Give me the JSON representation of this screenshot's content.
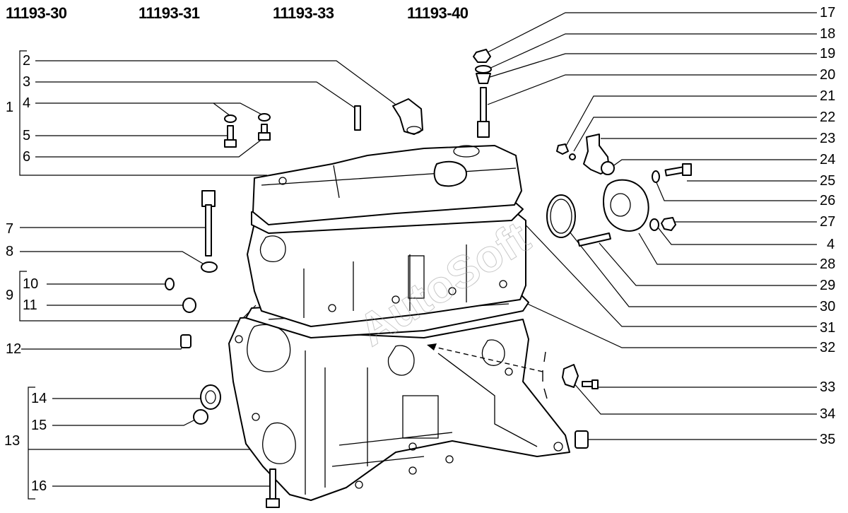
{
  "header_codes": [
    "11193-30",
    "11193-31",
    "11193-33",
    "11193-40"
  ],
  "left_callouts": [
    "1",
    "2",
    "3",
    "4",
    "5",
    "6",
    "7",
    "8",
    "9",
    "10",
    "11",
    "12",
    "13",
    "14",
    "15",
    "16"
  ],
  "right_callouts": [
    "17",
    "18",
    "19",
    "20",
    "21",
    "22",
    "23",
    "24",
    "25",
    "26",
    "27",
    "4",
    "28",
    "29",
    "30",
    "31",
    "32",
    "33",
    "34",
    "35"
  ],
  "watermark": "AutoSoft"
}
